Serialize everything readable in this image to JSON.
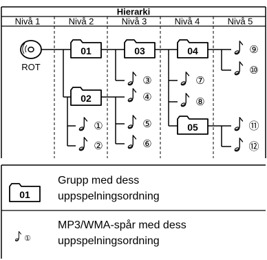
{
  "title": "Hierarki",
  "levels": [
    "Nivå 1",
    "Nivå 2",
    "Nivå 3",
    "Nivå 4",
    "Nivå 5"
  ],
  "root_label": "ROT",
  "folders": [
    "01",
    "02",
    "03",
    "04",
    "05"
  ],
  "tracks": [
    "①",
    "②",
    "③",
    "④",
    "⑤",
    "⑥",
    "⑦",
    "⑧",
    "⑨",
    "⑩",
    "⑪",
    "⑫"
  ],
  "legend": {
    "folder_number": "01",
    "folder_line1": "Grupp med dess",
    "folder_line2": "uppspelningsordning",
    "track_number": "①",
    "track_line1": "MP3/WMA-spår med dess",
    "track_line2": "uppspelningsordning"
  }
}
